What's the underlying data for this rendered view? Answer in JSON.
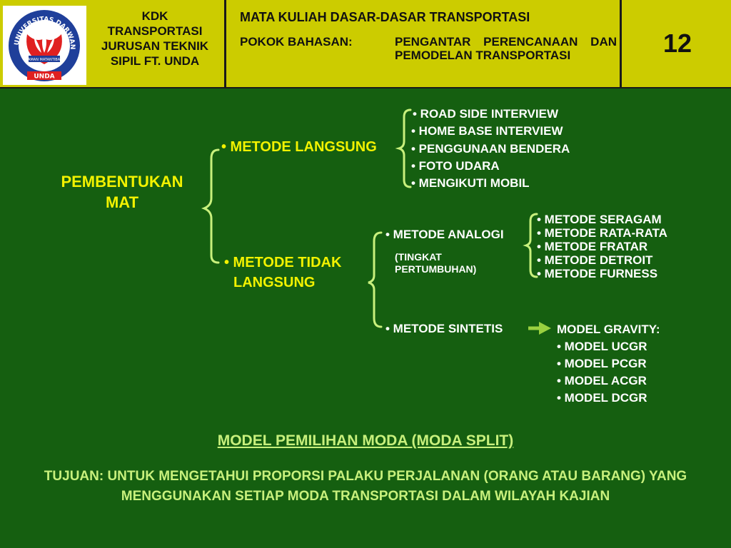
{
  "header": {
    "logo": {
      "ring_text": "UNIVERSITAS DARWAN ALI",
      "banner_text": "UNDA",
      "motto_text": "TAMAN MATANTIBAR",
      "colors": {
        "ring": "#1f3f9a",
        "emblem": "#e02020",
        "leaf": "#ffffff",
        "background": "#ffffff"
      }
    },
    "institution_lines": [
      "KDK",
      "TRANSPORTASI",
      "JURUSAN TEKNIK",
      "SIPIL FT. UNDA"
    ],
    "course_title": "MATA KULIAH DASAR-DASAR TRANSPORTASI",
    "topic_label": "POKOK BAHASAN:",
    "topic_value": "PENGANTAR PERENCANAAN DAN PEMODELAN TRANSPORTASI",
    "slide_number": "12",
    "colors": {
      "background": "#cccc00",
      "text": "#111111"
    }
  },
  "diagram": {
    "root": [
      "PEMBENTUKAN",
      "MAT"
    ],
    "direct": {
      "label": "• METODE LANGSUNG",
      "items": [
        "• ROAD SIDE INTERVIEW",
        "• HOME BASE INTERVIEW",
        "• PENGGUNAAN BENDERA",
        "• FOTO UDARA",
        "• MENGIKUTI MOBIL"
      ]
    },
    "indirect": {
      "label_lines": [
        "• METODE   TIDAK",
        "LANGSUNG"
      ],
      "analog": {
        "label": "• METODE ANALOGI",
        "note_lines": [
          "(TINGKAT",
          "PERTUMBUHAN)"
        ],
        "items": [
          "• METODE SERAGAM",
          "• METODE RATA-RATA",
          "• METODE FRATAR",
          "• METODE DETROIT",
          "• METODE FURNESS"
        ]
      },
      "synthetic": {
        "label": "• METODE SINTETIS",
        "gravity_title": "MODEL GRAVITY:",
        "items": [
          "• MODEL UCGR",
          "• MODEL PCGR",
          "• MODEL ACGR",
          "• MODEL DCGR"
        ]
      }
    },
    "colors": {
      "background": "#155f10",
      "primary_text": "#f2f200",
      "leaf_text": "#ffffff",
      "accent_text": "#c8f07c",
      "bracket": "#c8f07c",
      "arrow": "#9ad040"
    }
  },
  "footer": {
    "section_heading": "MODEL PEMILIHAN MODA (MODA SPLIT)",
    "purpose_text": "TUJUAN: UNTUK MENGETAHUI PROPORSI PALAKU PERJALANAN (ORANG ATAU BARANG) YANG MENGGUNAKAN SETIAP MODA TRANSPORTASI DALAM WILAYAH KAJIAN"
  }
}
